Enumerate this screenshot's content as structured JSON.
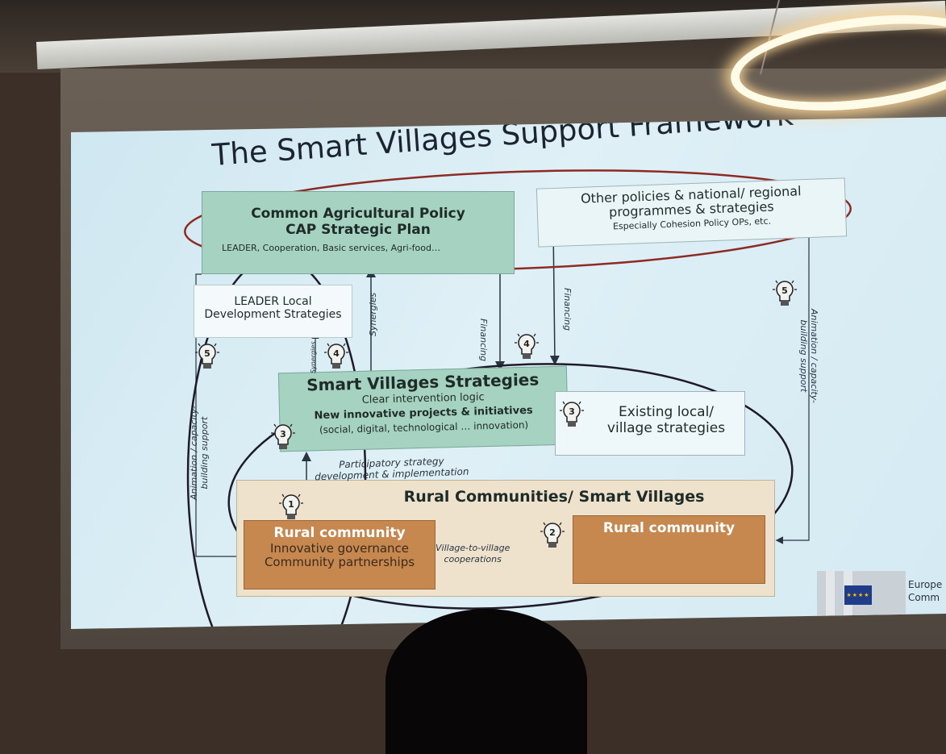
{
  "slide": {
    "title": "The Smart Villages Support Framework"
  },
  "boxes": {
    "cap": {
      "line1": "Common Agricultural Policy",
      "line2": "CAP Strategic Plan",
      "line3": "LEADER, Cooperation, Basic services, Agri-food…"
    },
    "other": {
      "line1": "Other policies & national/ regional",
      "line2": "programmes & strategies",
      "line3": "Especially Cohesion Policy OPs, etc."
    },
    "leader": {
      "line1": "LEADER Local",
      "line2": "Development Strategies"
    },
    "svs": {
      "line1": "Smart Villages Strategies",
      "line2": "Clear intervention logic",
      "line3": "New innovative projects & initiatives",
      "line4": "(social, digital, technological … innovation)"
    },
    "existing": {
      "line1": "Existing local/",
      "line2": "village strategies"
    },
    "rural_communities": {
      "title": "Rural Communities/ Smart Villages"
    },
    "rc1": {
      "line1": "Rural community",
      "line2": "Innovative governance",
      "line3": "Community partnerships"
    },
    "rc2": {
      "line1": "Rural community"
    }
  },
  "labels": {
    "financing": "Financing",
    "synergies": "Synergies",
    "animation_line1": "Animation / capacity-",
    "animation_line2": "building support",
    "participatory_line1": "Participatory strategy",
    "participatory_line2": "development & implementation",
    "v2v_line1": "Village-to-village",
    "v2v_line2": "cooperations"
  },
  "bulbs": [
    {
      "id": "5",
      "label": "5"
    },
    {
      "id": "4a",
      "label": "4"
    },
    {
      "id": "4b",
      "label": "4"
    },
    {
      "id": "3a",
      "label": "3"
    },
    {
      "id": "3b",
      "label": "3"
    },
    {
      "id": "1",
      "label": "1"
    },
    {
      "id": "2",
      "label": "2"
    },
    {
      "id": "5b",
      "label": "5"
    }
  ],
  "footer": {
    "org_line1": "Europe",
    "org_line2": "Comm"
  },
  "colors": {
    "green_box": "#a6d2c1",
    "orange_box": "#c6884f",
    "beige_box": "#efe2cd",
    "slide_bg": "#d5eaf3",
    "ellipse_red": "#8e2a24",
    "ellipse_dark": "#1e1a2a"
  }
}
